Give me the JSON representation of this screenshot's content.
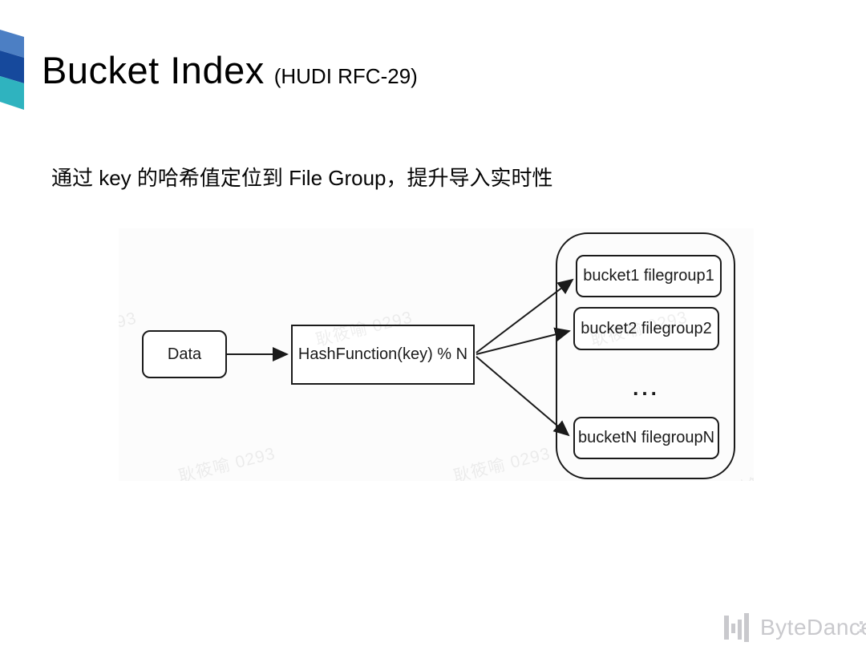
{
  "slide": {
    "title": "Bucket Index",
    "title_suffix": "(HUDI RFC-29)",
    "subtitle": "通过 key 的哈希值定位到 File Group，提升导入实时性"
  },
  "diagram": {
    "data_box": "Data",
    "hash_box": "HashFunction(key) % N",
    "buckets": [
      "bucket1 filegroup1",
      "bucket2 filegroup2",
      "bucketN filegroupN"
    ],
    "ellipsis": "...",
    "watermark": "耿筱喻 0293"
  },
  "footer": {
    "brand": "ByteDance"
  },
  "colors": {
    "logo_top": "#4c7fc4",
    "logo_mid": "#16499c",
    "logo_bottom": "#2fb3bf",
    "diagram_stroke": "#1a1a1a",
    "brand_gray": "#c9c9cd"
  }
}
